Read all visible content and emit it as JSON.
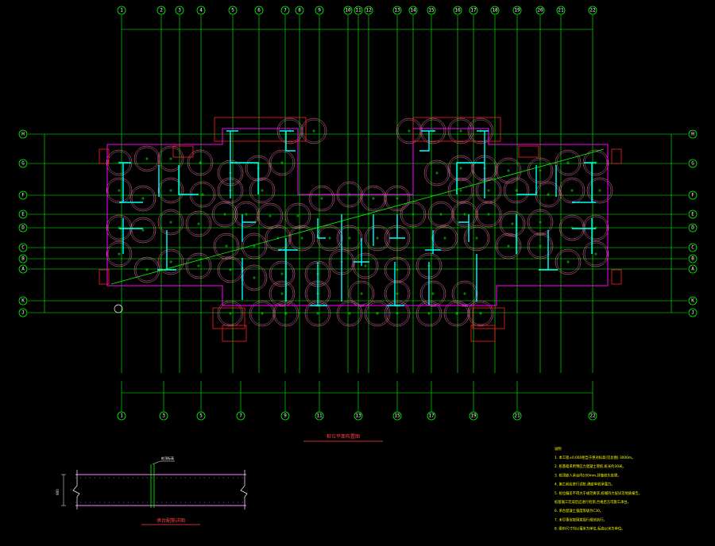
{
  "title": "桩位平面布置图",
  "section_title": "承台配筋详图",
  "section_label": "桩顶标高",
  "section_height": "900",
  "notes_heading": "说明",
  "notes": [
    "1. 本工程±0.000相当于绝对标高(见总图) 3000m。",
    "2. 桩基础采用预应力混凝土管桩,桩长约30米。",
    "3. 桩顶嵌入承台内100mm,并做桩头处理。",
    "4. 施工前应进行试桩,确定单桩承载力。",
    "5. 桩位偏差不得大于规范要求,桩端持力层详见地质报告。",
    "   桩基施工完成后应进行检测,合格后方可施工承台。",
    "6. 承台混凝土强度等级为C30。",
    "7. 未尽事宜按国家现行规范执行。",
    "8. 图中尺寸均以毫米为单位,标高以米为单位。"
  ],
  "top_axes": [
    "1",
    "2",
    "3",
    "4",
    "5",
    "6",
    "7",
    "8",
    "9",
    "10",
    "11",
    "12",
    "13",
    "14",
    "15",
    "16",
    "17",
    "18",
    "19",
    "20",
    "21",
    "22"
  ],
  "bottom_axes": [
    "1",
    "3",
    "5",
    "7",
    "9",
    "11",
    "13",
    "15",
    "17",
    "19",
    "21",
    "22"
  ],
  "left_axes": [
    "H",
    "G",
    "F",
    "E",
    "D",
    "C",
    "B",
    "A",
    "K",
    "J"
  ],
  "right_axes": [
    "H",
    "G",
    "F",
    "E",
    "D",
    "C",
    "B",
    "A",
    "K",
    "J"
  ],
  "colors": {
    "background": "#000000",
    "axis": "#00ff00",
    "pile_ring": "#ff8080",
    "pile_ring_inner": "#ff80ff",
    "outline": "#ff00ff",
    "wall": "#00ffff",
    "cap": "#ff2020",
    "text": "#ffffff",
    "note": "#ffff00"
  }
}
